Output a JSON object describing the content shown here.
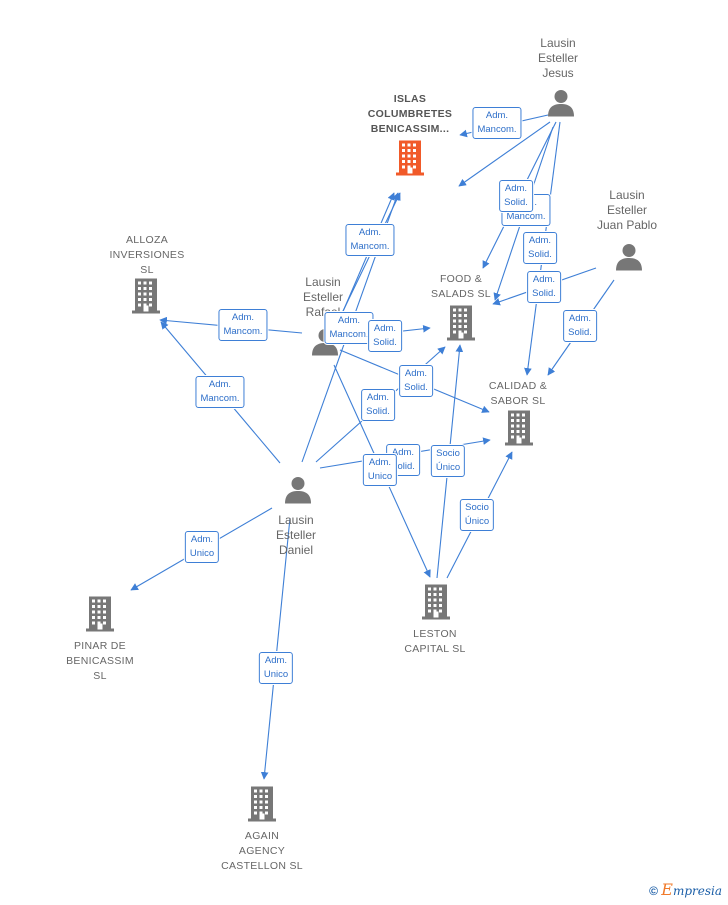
{
  "colors": {
    "edge": "#3e7fd6",
    "node": "#777777",
    "highlight": "#f15a29"
  },
  "nodes": [
    {
      "id": "islas",
      "type": "company",
      "highlight": true,
      "label": "ISLAS\nCOLUMBRETES\nBENICASSIM..."
    },
    {
      "id": "jesus",
      "type": "person",
      "label": "Lausin\nEsteller\nJesus"
    },
    {
      "id": "juanpablo",
      "type": "person",
      "label": "Lausin\nEsteller\nJuan Pablo"
    },
    {
      "id": "rafael",
      "type": "person",
      "label": "Lausin\nEsteller\nRafael"
    },
    {
      "id": "daniel",
      "type": "person",
      "label": "Lausin\nEsteller\nDaniel"
    },
    {
      "id": "alloza",
      "type": "company",
      "label": "ALLOZA\nINVERSIONES\nSL"
    },
    {
      "id": "food",
      "type": "company",
      "label": "FOOD &\nSALADS  SL"
    },
    {
      "id": "calidad",
      "type": "company",
      "label": "CALIDAD &\nSABOR  SL"
    },
    {
      "id": "leston",
      "type": "company",
      "label": "LESTON\nCAPITAL  SL"
    },
    {
      "id": "pinar",
      "type": "company",
      "label": "PINAR DE\nBENICASSIM\nSL"
    },
    {
      "id": "again",
      "type": "company",
      "label": "AGAIN\nAGENCY\nCASTELLON SL"
    }
  ],
  "edges": [
    {
      "id": "e1",
      "label": "Adm.\nMancom."
    },
    {
      "id": "e2",
      "label": "Adm.\nSolid."
    },
    {
      "id": "e3",
      "label": "Adm.\nMancom."
    },
    {
      "id": "e4",
      "label": "Adm.\nSolid."
    },
    {
      "id": "e5",
      "label": "Adm.\nSolid."
    },
    {
      "id": "e6",
      "label": "Adm.\nSolid."
    },
    {
      "id": "e7",
      "label": "Adm.\nSolid."
    },
    {
      "id": "e8",
      "label": "Adm.\nMancom."
    },
    {
      "id": "e9",
      "label": "Adm.\nMancom."
    },
    {
      "id": "e10",
      "label": "Adm.\nMancom."
    },
    {
      "id": "e11",
      "label": "Adm.\nSolid."
    },
    {
      "id": "e12",
      "label": "Adm.\nSolid."
    },
    {
      "id": "e13",
      "label": "Adm.\nSolid."
    },
    {
      "id": "e14",
      "label": "Adm.\nMancom."
    },
    {
      "id": "e15",
      "label": "Adm.\nSolid."
    },
    {
      "id": "e16",
      "label": "Adm.\nUnico"
    },
    {
      "id": "e17",
      "label": "Socio\nÚnico"
    },
    {
      "id": "e18",
      "label": "Socio\nÚnico"
    },
    {
      "id": "e19",
      "label": "Adm.\nUnico"
    },
    {
      "id": "e20",
      "label": "Adm.\nUnico"
    }
  ],
  "footer": {
    "copyright": "©",
    "brand_initial": "E",
    "brand_rest": "mpresia"
  }
}
